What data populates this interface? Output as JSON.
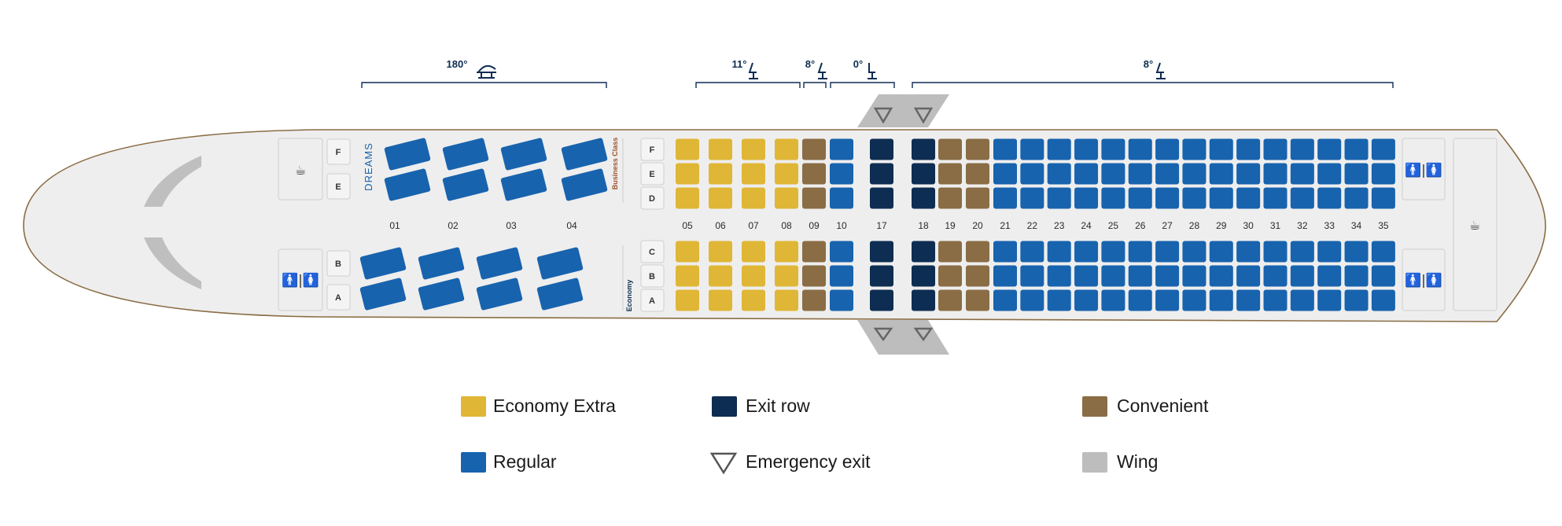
{
  "colors": {
    "economy_extra": "#E0B636",
    "regular": "#1863AE",
    "exit_row": "#0E2D52",
    "convenient": "#8A6D45",
    "wing": "#BDBDBD",
    "fuselage": "#EEEEEE",
    "fuselage_outline": "#8A6D45",
    "business_seat": "#1863AE"
  },
  "business": {
    "brand": "DREAMS",
    "class_label": "Business Class",
    "rows": [
      "01",
      "02",
      "03",
      "04"
    ],
    "upper_letters": [
      "F",
      "E"
    ],
    "lower_letters": [
      "B",
      "A"
    ],
    "recline": "180°"
  },
  "economy": {
    "class_label": "Economy",
    "rows": [
      "05",
      "06",
      "07",
      "08",
      "09",
      "10",
      "17",
      "18",
      "19",
      "20",
      "21",
      "22",
      "23",
      "24",
      "25",
      "26",
      "27",
      "28",
      "29",
      "30",
      "31",
      "32",
      "33",
      "34",
      "35"
    ],
    "upper_letters": [
      "F",
      "E",
      "D"
    ],
    "lower_letters": [
      "C",
      "B",
      "A"
    ],
    "seat_types": [
      "economy_extra",
      "economy_extra",
      "economy_extra",
      "economy_extra",
      "convenient",
      "regular",
      "exit_row",
      "exit_row",
      "convenient",
      "convenient",
      "regular",
      "regular",
      "regular",
      "regular",
      "regular",
      "regular",
      "regular",
      "regular",
      "regular",
      "regular",
      "regular",
      "regular",
      "regular",
      "regular",
      "regular"
    ]
  },
  "recline_groups": [
    {
      "label": "11°",
      "icon": "reclined-seat-icon"
    },
    {
      "label": "8°",
      "icon": "reclined-seat-icon"
    },
    {
      "label": "0°",
      "icon": "upright-seat-icon"
    },
    {
      "label": "8°",
      "icon": "reclined-seat-icon"
    }
  ],
  "facilities": [
    "galley-icon",
    "lavatory-icon",
    "lavatory-icon",
    "lavatory-icon",
    "galley-icon"
  ],
  "legend": [
    {
      "label": "Economy Extra",
      "kind": "economy_extra"
    },
    {
      "label": "Exit row",
      "kind": "exit_row"
    },
    {
      "label": "Convenient",
      "kind": "convenient"
    },
    {
      "label": "Regular",
      "kind": "regular"
    },
    {
      "label": "Emergency exit",
      "kind": "emergency_exit"
    },
    {
      "label": "Wing",
      "kind": "wing"
    }
  ]
}
